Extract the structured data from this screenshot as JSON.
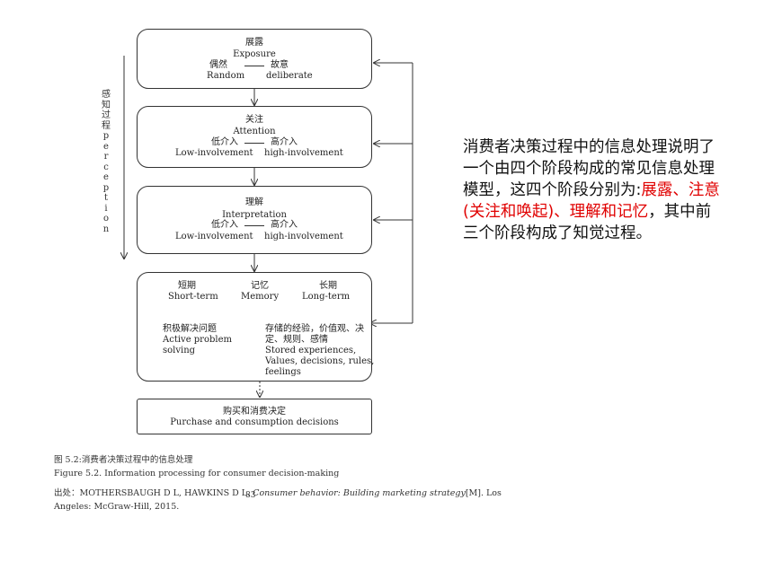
{
  "stages": {
    "exposure": {
      "zh": "展露",
      "en": "Exposure",
      "left_zh": "偶然",
      "right_zh": "故意",
      "left_en": "Random",
      "right_en": "deliberate"
    },
    "attention": {
      "zh": "关注",
      "en": "Attention",
      "left_zh": "低介入",
      "right_zh": "高介入",
      "left_en": "Low-involvement",
      "right_en": "high-involvement"
    },
    "interpretation": {
      "zh": "理解",
      "en": "Interpretation",
      "left_zh": "低介入",
      "right_zh": "高介入",
      "left_en": "Low-involvement",
      "right_en": "high-involvement"
    },
    "memory": {
      "short_zh": "短期",
      "short_en": "Short-term",
      "memory_zh": "记忆",
      "memory_en": "Memory",
      "long_zh": "长期",
      "long_en": "Long-term",
      "active_zh": "积极解决问题",
      "active_en_1": "Active problem",
      "active_en_2": "solving",
      "stored_zh_1": "存储的经验，价值观、决",
      "stored_zh_2": "定、规则、感情",
      "stored_en_1": "Stored experiences,",
      "stored_en_2": "Values, decisions, rules,",
      "stored_en_3": "feelings"
    },
    "purchase": {
      "zh": "购买和消费决定",
      "en": "Purchase and consumption decisions"
    }
  },
  "side_label": [
    "感",
    "知",
    "过",
    "程",
    "p",
    "e",
    "r",
    "c",
    "e",
    "p",
    "t",
    "i",
    "o",
    "n"
  ],
  "caption": {
    "zh": "图 5.2:消费者决策过程中的信息处理",
    "en": "Figure 5.2. Information processing for consumer decision-making",
    "source_prefix": "出处：MOTHERSBAUGH D L, HAWKINS D L. ",
    "source_title": "Consumer behavior: Building marketing strategy",
    "source_suffix": "[M]. Los",
    "source_line2": "Angeles: McGraw-Hill, 2015.",
    "page_number": "83"
  },
  "description": {
    "part1": "消费者决策过程中的信息处理说明了一个由四个阶段构成的常见信息处理模型，这四个阶段分别为:",
    "highlight": "展露、注意(关注和唤起)、理解和记忆",
    "part2": "，其中前三个阶段构成了知觉过程。"
  },
  "colors": {
    "highlight": "#e00000",
    "line": "#333333"
  }
}
